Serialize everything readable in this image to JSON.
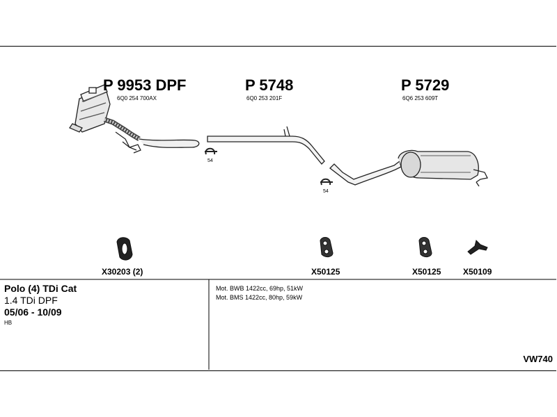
{
  "parts": [
    {
      "number": "P 9953 DPF",
      "oem": "6Q0 254 700AX"
    },
    {
      "number": "P 5748",
      "oem": "6Q0 253 201F"
    },
    {
      "number": "P 5729",
      "oem": "6Q6 253 609T"
    }
  ],
  "clamps": [
    {
      "label": "54"
    },
    {
      "label": "54"
    }
  ],
  "hardware": [
    {
      "code": "X30203 (2)"
    },
    {
      "code": "X50125"
    },
    {
      "code": "X50125"
    },
    {
      "code": "X50109"
    }
  ],
  "vehicle": {
    "model": "Polo (4) TDi Cat",
    "engine": "1.4 TDi DPF",
    "years": "05/06 - 10/09",
    "body": "HB"
  },
  "motors": [
    "Mot. BWB 1422cc, 69hp, 51kW",
    "Mot. BMS 1422cc, 80hp, 59kW"
  ],
  "set_code": "VW740"
}
